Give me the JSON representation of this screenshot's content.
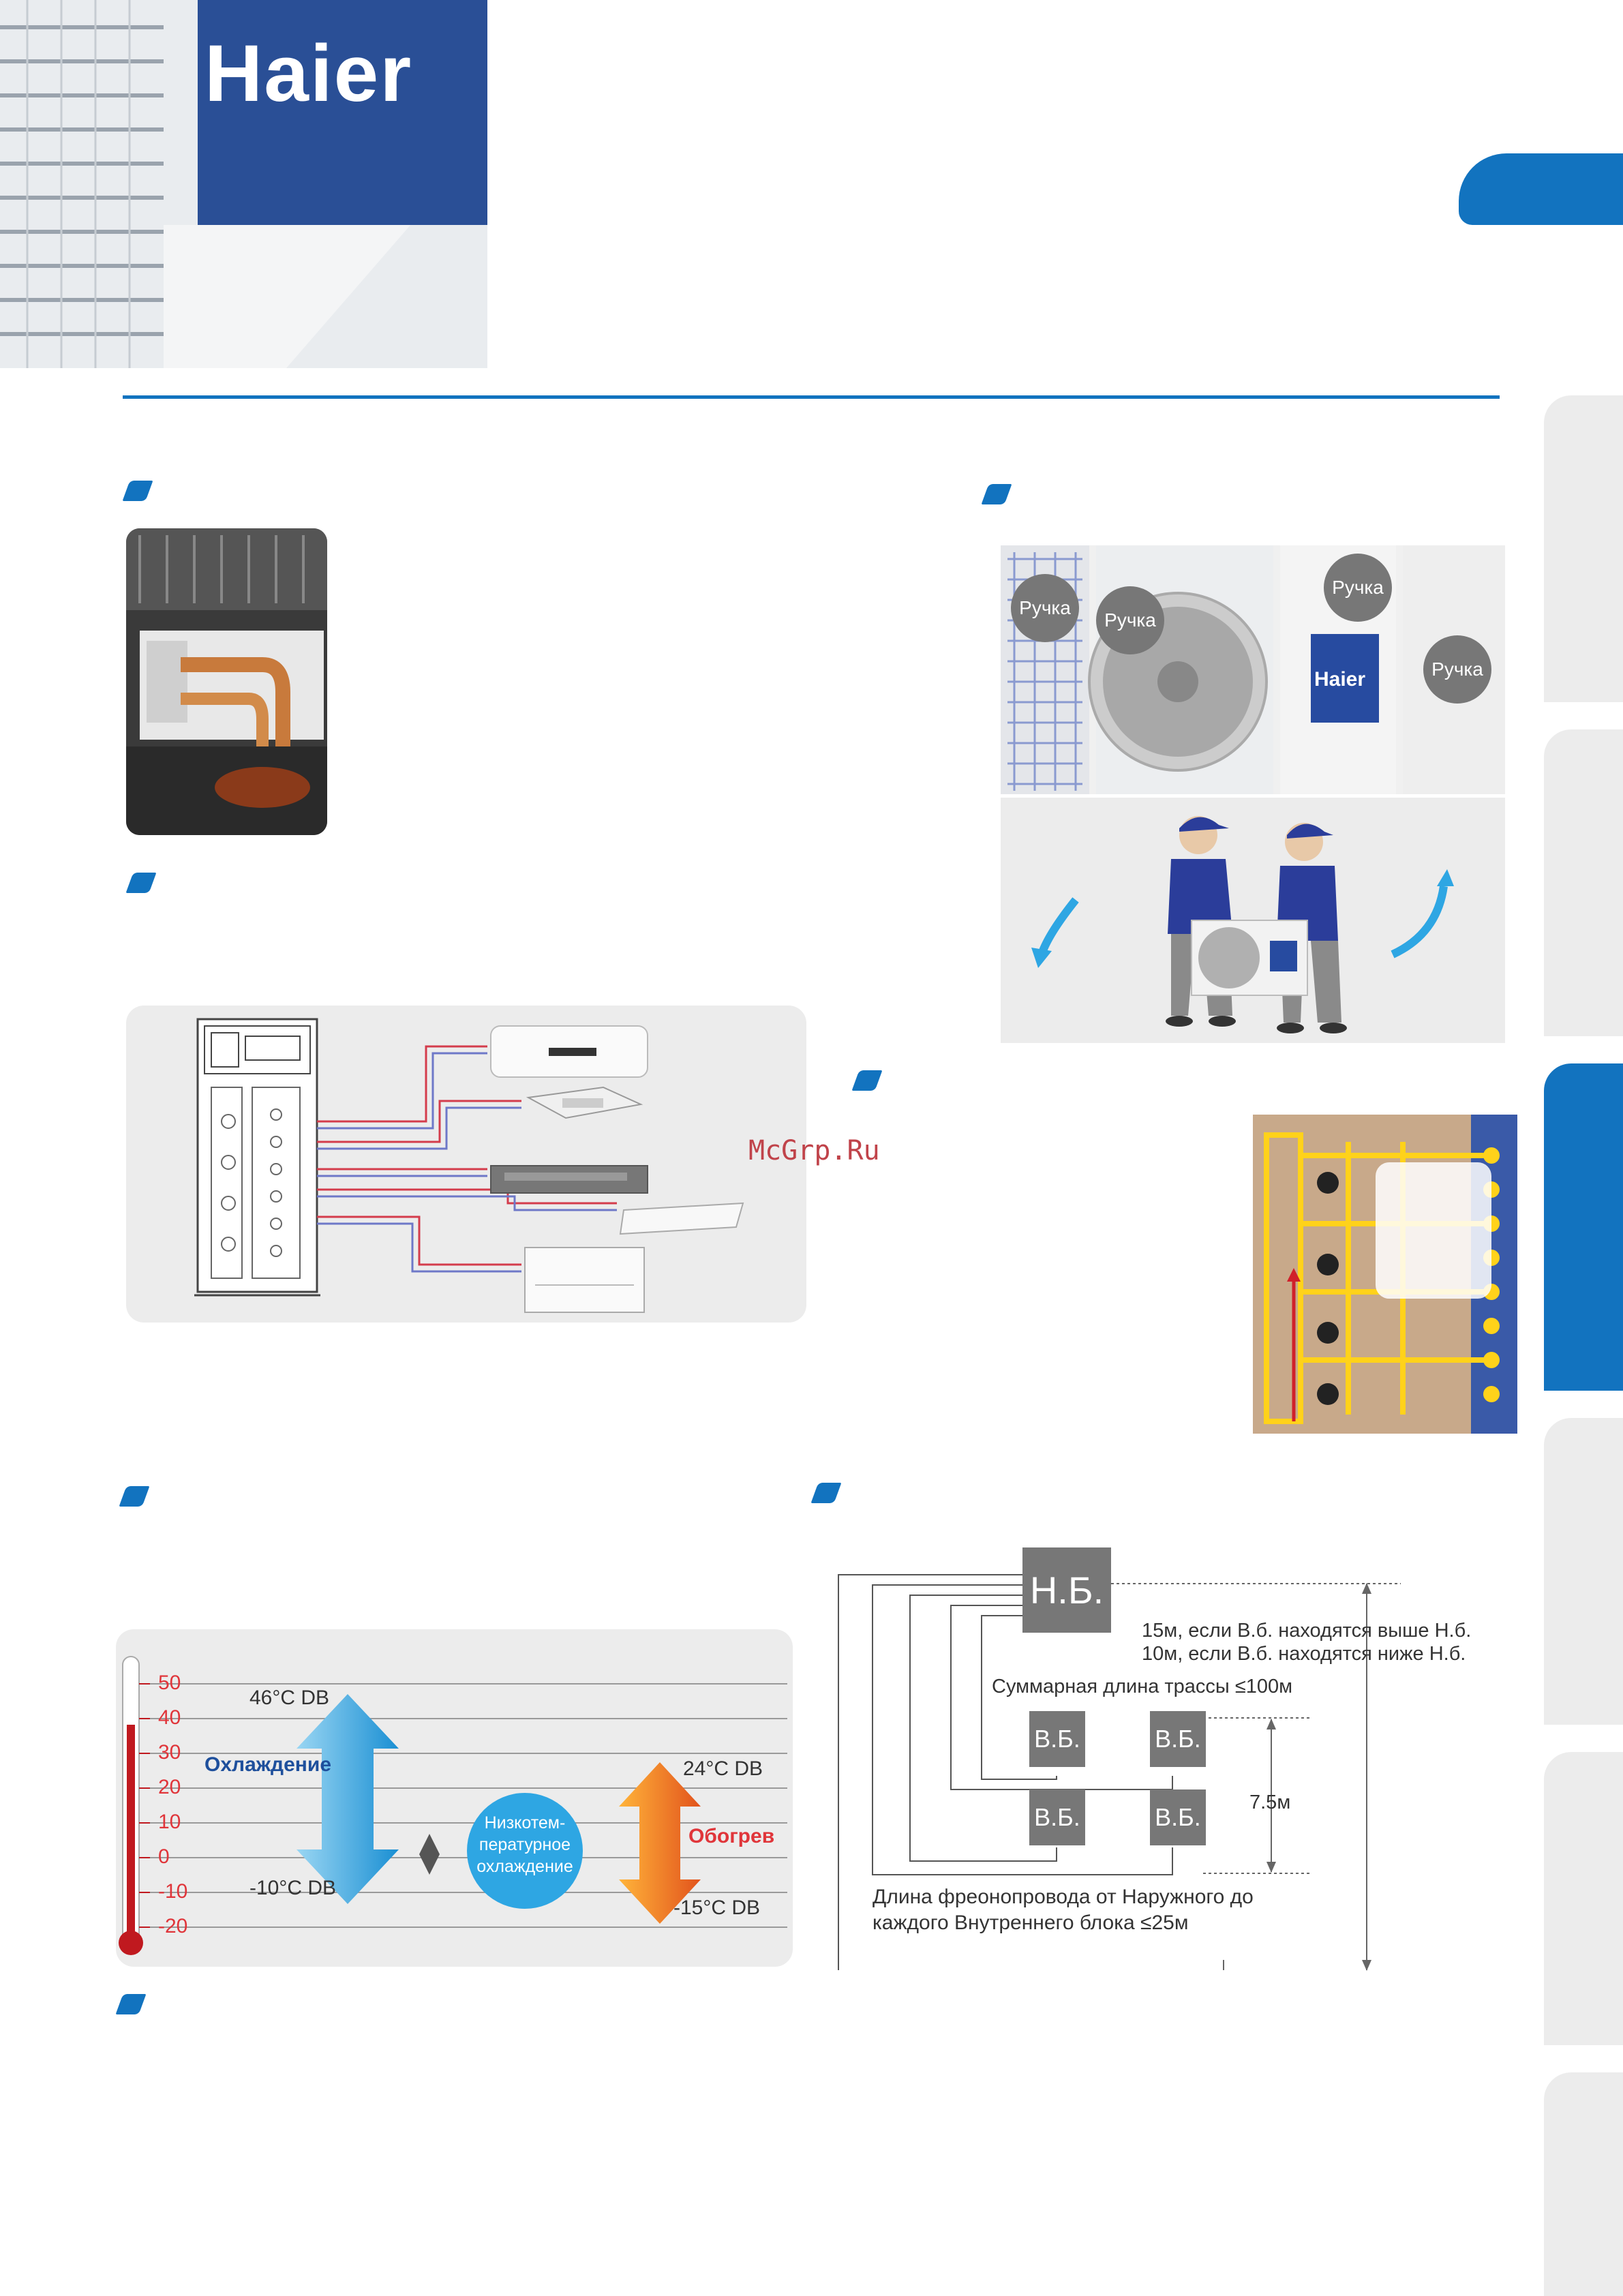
{
  "header": {
    "brand": "Haier"
  },
  "watermark": "McGrp.Ru",
  "unit_handles": {
    "handle_label": "Ручка"
  },
  "temperature": {
    "scale": [
      "50",
      "40",
      "30",
      "20",
      "10",
      "0",
      "-10",
      "-20"
    ],
    "cooling_label": "Охлаждение",
    "cooling_max": "46°C DB",
    "cooling_min": "-10°C DB",
    "low_temp_label": "Низкотем-\nпературное\nохлаждение",
    "heating_label": "Обогрев",
    "heating_max": "24°C DB",
    "heating_min": "-15°C DB",
    "colors": {
      "cooling": "#2ea6e3",
      "heating": "#ef6b1f",
      "accent": "#1273bf",
      "scale": "#e0353a"
    }
  },
  "piping": {
    "outdoor_unit": "Н.Б.",
    "indoor_unit": "В.Б.",
    "height_note_1": "15м, если В.б. находятся выше Н.б.",
    "height_note_2": "10м, если В.б. находятся ниже Н.б.",
    "total_length": "Суммарная длина трассы ≤100м",
    "indoor_height": "7.5м",
    "per_unit_1": "Длина фреонопровода от Наружного до",
    "per_unit_2": "каждого Внутреннего блока ≤25м"
  }
}
